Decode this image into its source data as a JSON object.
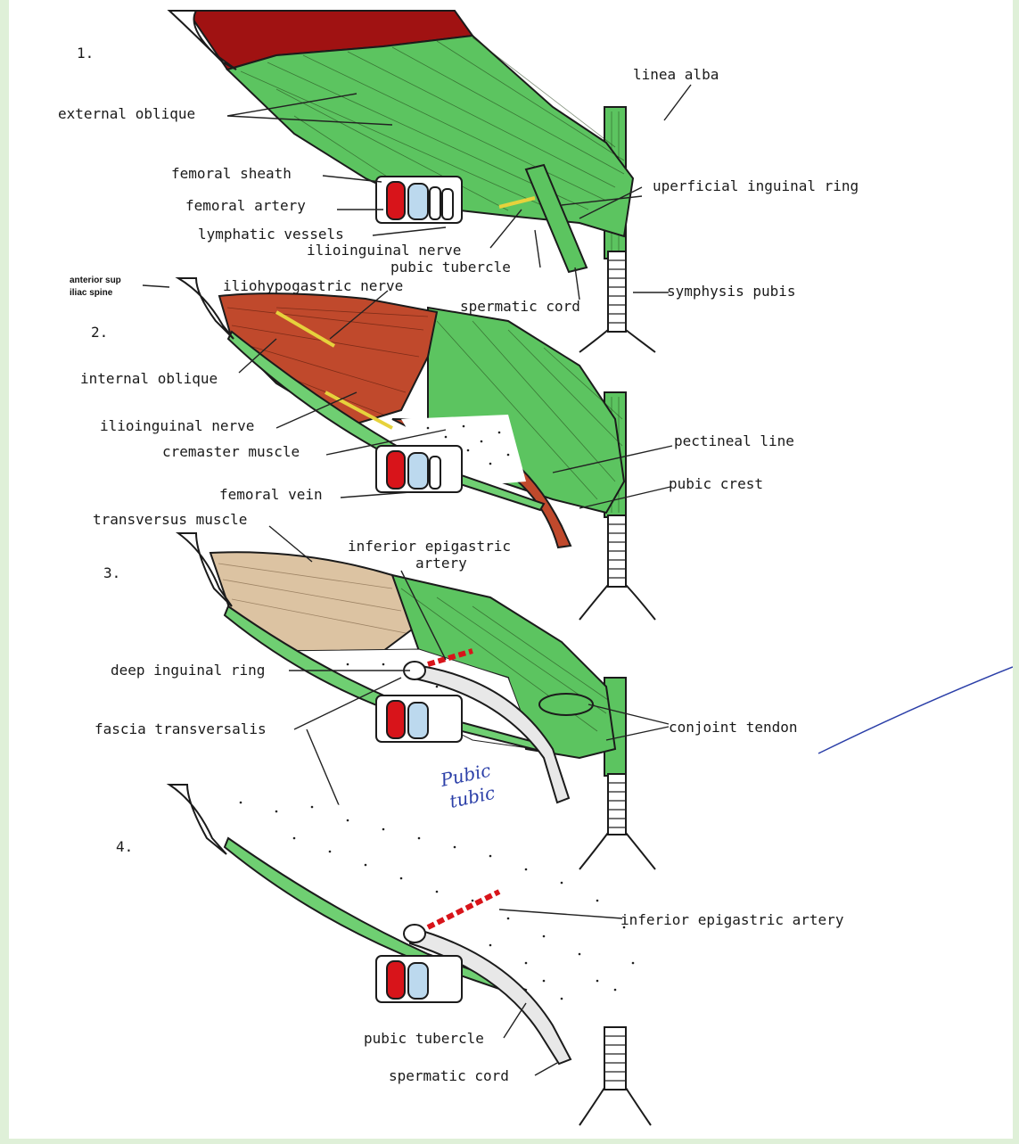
{
  "panels": [
    {
      "number": "1.",
      "labels": {
        "external_oblique": "external oblique",
        "femoral_sheath": "femoral sheath",
        "femoral_artery": "femoral artery",
        "lymphatic_vessels": "lymphatic vessels",
        "ilioinguinal_nerve": "ilioinguinal nerve",
        "pubic_tubercle": "pubic tubercle",
        "spermatic_cord": "spermatic cord",
        "linea_alba": "linea alba",
        "superficial_inguinal_ring": "uperficial inguinal ring",
        "symphysis_pubis": "symphysis pubis"
      }
    },
    {
      "number": "2.",
      "labels": {
        "anterior_sup_1": "anterior sup",
        "anterior_sup_2": "iliac spine",
        "iliohypogastric_nerve": "iliohypogastric nerve",
        "internal_oblique": "internal oblique",
        "ilioinguinal_nerve": "ilioinguinal nerve",
        "cremaster_muscle": "cremaster muscle",
        "femoral_vein": "femoral vein",
        "pectineal_line": "pectineal line",
        "pubic_crest": "pubic crest"
      }
    },
    {
      "number": "3.",
      "labels": {
        "transversus_muscle": "transversus muscle",
        "inferior_epigastric_1": "inferior epigastric",
        "inferior_epigastric_2": "artery",
        "deep_inguinal_ring": "deep inguinal ring",
        "fascia_transversalis": "fascia transversalis",
        "conjoint_tendon": "conjoint tendon"
      }
    },
    {
      "number": "4.",
      "labels": {
        "inferior_epigastric_artery": "inferior epigastric artery",
        "pubic_tubercle": "pubic tubercle",
        "spermatic_cord": "spermatic cord"
      }
    }
  ],
  "handwriting": {
    "line1": "Pubic",
    "line2": "tubic"
  },
  "colors": {
    "external_oblique": "#5cc460",
    "upper_red": "#a01212",
    "internal_oblique": "#c0492c",
    "transversus": "#dcc3a2",
    "artery": "#d8141a",
    "vein": "#bcd9ee",
    "nerve": "#e6d23c",
    "fascia_green": "#6fcf72"
  }
}
